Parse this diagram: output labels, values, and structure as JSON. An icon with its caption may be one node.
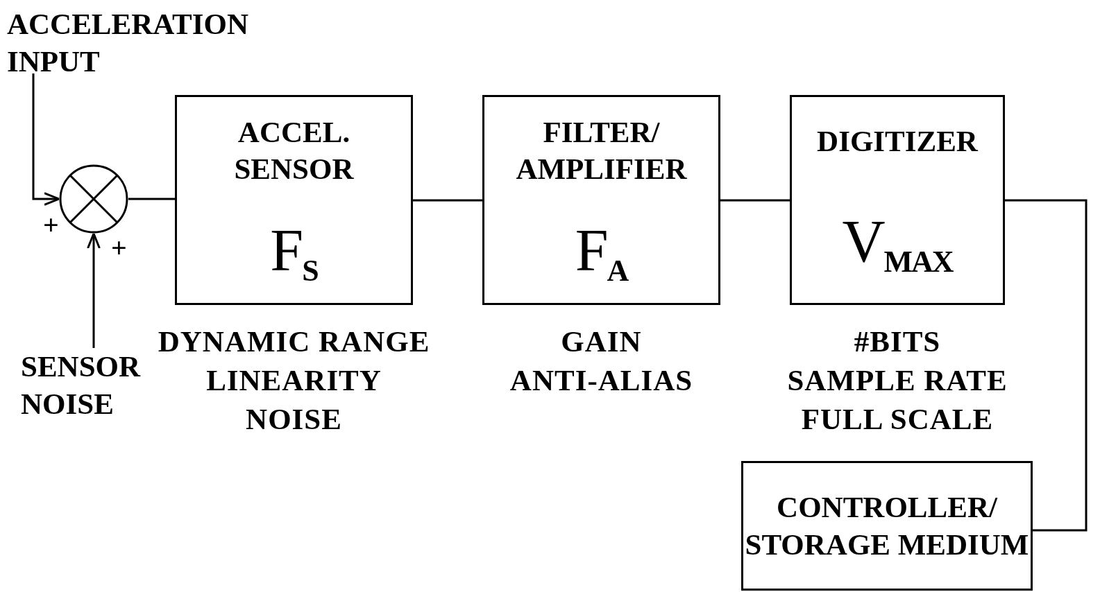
{
  "diagram": {
    "nodes": [
      {
        "text": [
          "ACCELERATION INPUT"
        ]
      },
      {
        "text": [],
        "shape": "circle"
      },
      {
        "text": [
          "SENSOR NOISE"
        ]
      },
      {
        "text": [
          "ACCEL. SENSOR",
          "F$_{S}$"
        ],
        "beside": [
          "DYNAMIC RANGE",
          "LINEARITY",
          "NOISE"
        ]
      },
      {
        "text": [
          "FILTER/ AMPLIFIER",
          "F$_{A}$"
        ],
        "beside": [
          "GAIN",
          "ANTI-ALIAS"
        ]
      },
      {
        "text": [
          "DIGITIZER",
          "V$_{MAX}$"
        ],
        "beside": [
          "#BITS",
          "SAMPLE RATE",
          "FULL SCALE"
        ]
      },
      {
        "text": [
          "CONTROLLER/ STORAGE MEDIUM"
        ]
      }
    ],
    "edges": [
      {
        "from": 0,
        "to": 1,
        "arrow": "to"
      },
      {
        "from": 2,
        "to": 1,
        "arrow": "to"
      },
      {
        "from": 1,
        "to": 3,
        "arrow": "none"
      },
      {
        "from": 3,
        "to": 4,
        "arrow": "none"
      },
      {
        "from": 4,
        "to": 5,
        "arrow": "none"
      },
      {
        "from": 5,
        "to": 6,
        "arrow": "none"
      }
    ],
    "labels": [
      "+",
      "+"
    ]
  }
}
